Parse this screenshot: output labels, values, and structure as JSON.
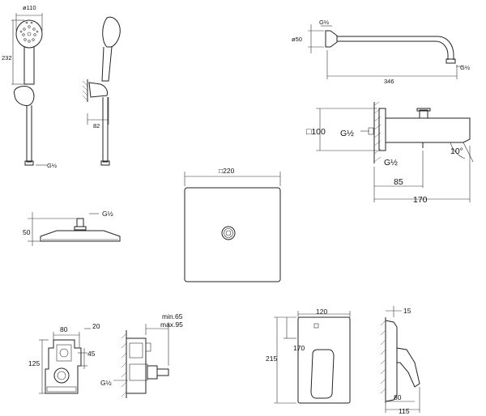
{
  "handshower": {
    "dia": "ø110",
    "height": "232",
    "depth": "82",
    "thread": "G½"
  },
  "spout_arm": {
    "thread_top": "G½",
    "dia": "ø50",
    "length": "346",
    "thread_end": "G½"
  },
  "bath_spout": {
    "square": "□100",
    "thread_mid": "G½",
    "thread_low": "G½",
    "d85": "85",
    "d170": "170",
    "angle": "10°"
  },
  "headshower": {
    "thread": "G½",
    "height": "50"
  },
  "plate": {
    "size": "□220"
  },
  "mixer_body": {
    "w80": "80",
    "w20": "20",
    "h125": "125",
    "h45": "45",
    "thread": "G½",
    "min": "min.65",
    "max": "max.95"
  },
  "trim": {
    "w120": "120",
    "h215": "215",
    "h170": "170",
    "d15": "15",
    "d80": "80",
    "d115": "115"
  }
}
